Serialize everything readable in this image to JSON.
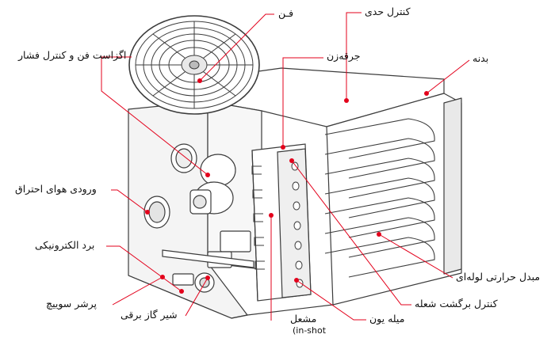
{
  "labels": {
    "fan": "فـن",
    "limit_control": "کنترل حدی",
    "body": "بدنه",
    "fan_exhaust_pressure_control": "اگزاست فن و کنترل فشار",
    "spark_igniter": "جرقه‌زن",
    "combustion_air_inlet": "ورودی هوای احتراق",
    "electronic_board": "برد الکترونیکی",
    "pressure_switch": "پرشر سوییچ",
    "electric_gas_valve": "شیر گاز برقی",
    "burner": "مشعل",
    "burner_sub": "(in-shot",
    "ion_rod": "میله یون",
    "flame_rollout_control": "کنترل برگشت شعله",
    "tube_heat_exchanger": "مبدل حرارتی لوله‌ای"
  },
  "colors": {
    "leader": "#e3001b",
    "outline": "#3c3c3c",
    "fill": "#ffffff",
    "shade": "#d9d9d9"
  }
}
